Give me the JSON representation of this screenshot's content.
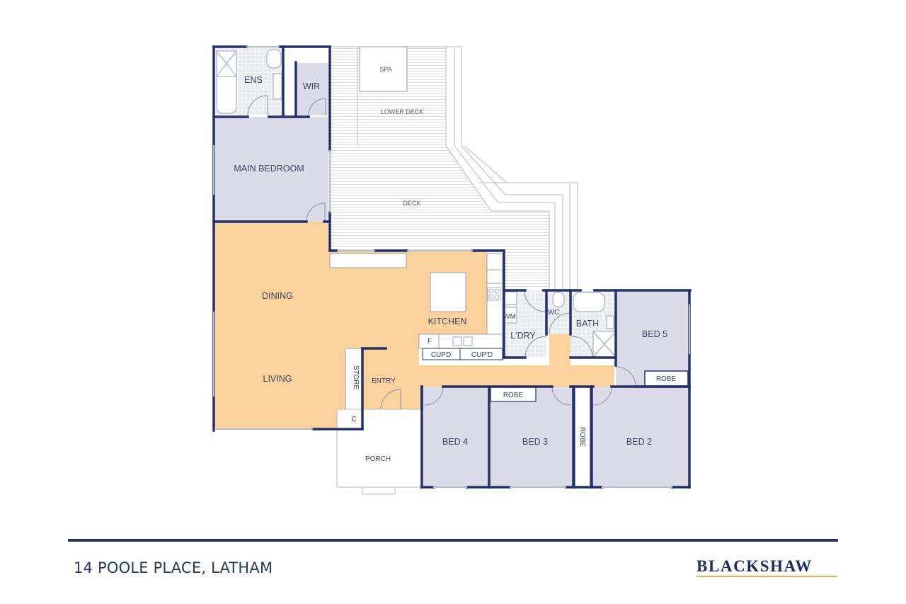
{
  "document": {
    "type": "floor-plan",
    "address": "14 POOLE PLACE, LATHAM",
    "brand": "BLACKSHAW"
  },
  "colors": {
    "wall": "#24306a",
    "living_fill": "#fbd29c",
    "bedroom_fill": "#dcdce8",
    "wet_area_fill": "#eef0f6",
    "deck_line": "#c8c8cc",
    "label": "#3a4466",
    "brand_underline": "#e8b04a"
  },
  "rooms": {
    "ensuite": "ENS",
    "wir": "WIR",
    "spa": "SPA",
    "lower_deck": "LOWER DECK",
    "main_bedroom": "MAIN BEDROOM",
    "deck": "DECK",
    "dining": "DINING",
    "kitchen": "KITCHEN",
    "fridge": "F",
    "cupd_1": "CUPD",
    "cupd_2": "CUP'D",
    "washing_machine": "WM",
    "laundry": "L'DRY",
    "wc": "WC",
    "bath": "BATH",
    "bed5": "BED 5",
    "robe_bed5": "ROBE",
    "living": "LIVING",
    "store": "STORE",
    "entry": "ENTRY",
    "cupboard": "C",
    "porch": "PORCH",
    "bed4": "BED 4",
    "robe_bed3": "ROBE",
    "bed3": "BED 3",
    "robe_bed2": "ROBE",
    "bed2": "BED 2"
  }
}
